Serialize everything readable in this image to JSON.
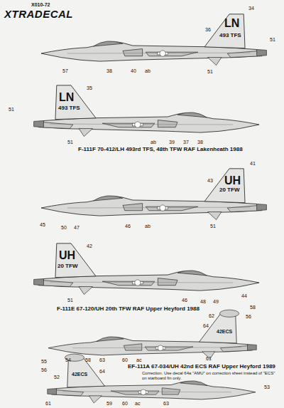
{
  "diagram": {
    "labels": [
      "X010-72",
      "XTRADECAL",
      "34",
      "36",
      "LN",
      "493 TFS",
      "51",
      "57",
      "38",
      "40",
      "ab",
      "51",
      "51",
      "35",
      "LN",
      "493 TFS",
      "51",
      "ab",
      "39",
      "37",
      "38",
      "F-111F 70-412/LH 493rd TFS, 48th TFW RAF Lakenheath 1988",
      "41",
      "43",
      "UH",
      "20 TFW",
      "45",
      "50",
      "47",
      "46",
      "ab",
      "51",
      "42",
      "UH",
      "20 TFW",
      "51",
      "46",
      "48",
      "49",
      "44",
      "F-111E 67-120/UH 20th TFW RAF Upper Heyford 1988",
      "58",
      "56",
      "62",
      "64",
      "42ECS",
      "54",
      "58",
      "63",
      "60",
      "ac",
      "61",
      "EF-111A 67-034/UH 42nd ECS RAF Upper Heyford 1989",
      "Correction. Use decal 64a \"AMU\" on correction sheet instead of \"ECS\" on starboard fin only.",
      "55",
      "56",
      "52",
      "64",
      "42ECS",
      "53",
      "61",
      "59",
      "60",
      "ac",
      "63"
    ]
  }
}
